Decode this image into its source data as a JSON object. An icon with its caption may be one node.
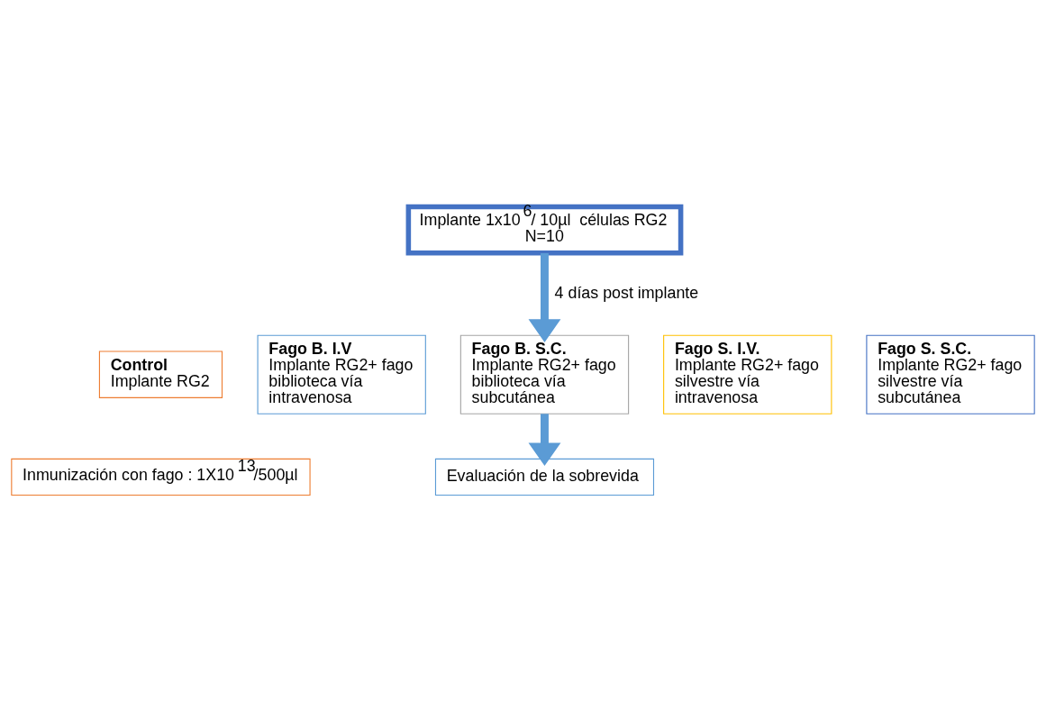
{
  "diagram": {
    "nodes": [
      {
        "text": [
          "Implante 1x10$^{6}$/ 10µl  células RG2",
          "N=10"
        ]
      },
      {
        "text": [
          "Control",
          "Implante RG2"
        ]
      },
      {
        "text": [
          "Fago B. I.V",
          "Implante RG2+ fago biblioteca vía intravenosa"
        ]
      },
      {
        "text": [
          "Fago B. S.C.",
          "Implante RG2+ fago biblioteca vía subcutánea"
        ]
      },
      {
        "text": [
          "Fago S. I.V.",
          "Implante RG2+ fago silvestre vía intravenosa"
        ]
      },
      {
        "text": [
          "Fago S. S.C.",
          "Implante RG2+ fago silvestre vía subcutánea"
        ]
      },
      {
        "text": [
          "Inmunización con fago : 1X10$^{13}$/500µl"
        ]
      },
      {
        "text": [
          "Evaluación de la sobrevida"
        ]
      }
    ],
    "edges": [
      {
        "from": 0,
        "to": 3,
        "arrow": "to",
        "label": "4 días post implante"
      },
      {
        "from": 3,
        "to": 7,
        "arrow": "to"
      }
    ]
  }
}
